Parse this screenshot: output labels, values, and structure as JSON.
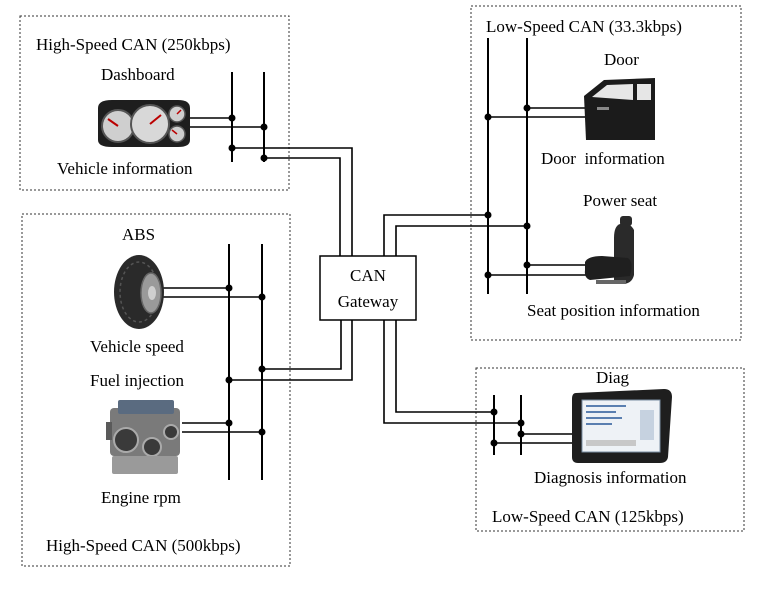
{
  "segments": {
    "hs250": {
      "title": "High-Speed CAN (250kbps)",
      "node": "Dashboard",
      "info": "Vehicle information"
    },
    "hs500": {
      "title": "High-Speed CAN (500kbps)",
      "abs": "ABS",
      "speed": "Vehicle speed",
      "fuel": "Fuel injection",
      "rpm": "Engine rpm"
    },
    "ls33": {
      "title": "Low-Speed CAN (33.3kbps)",
      "door": "Door",
      "door_info": "Door  information",
      "seat": "Power seat",
      "seat_info": "Seat position information"
    },
    "ls125": {
      "title": "Low-Speed CAN (125kbps)",
      "diag": "Diag",
      "diag_info": "Diagnosis information"
    }
  },
  "gateway": {
    "line1": "CAN",
    "line2": "Gateway"
  },
  "icons": [
    "dashboard-icon",
    "tire-icon",
    "engine-icon",
    "car-door-icon",
    "car-seat-icon",
    "diagnostic-tablet-icon"
  ]
}
